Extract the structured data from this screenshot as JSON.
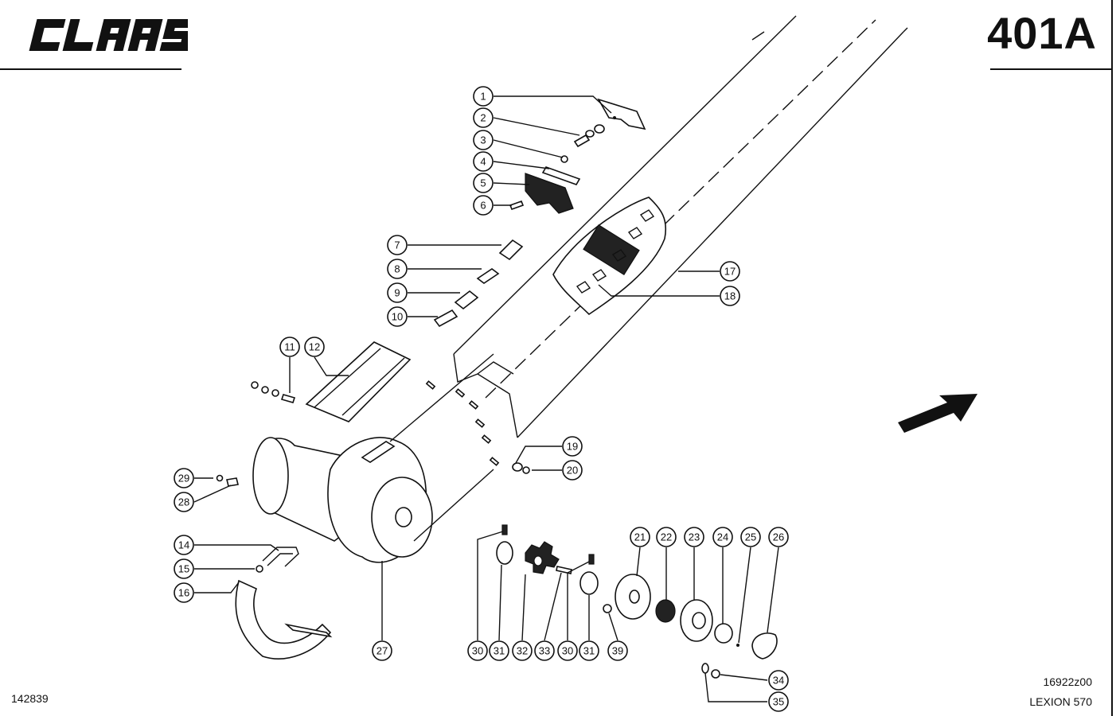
{
  "header": {
    "brand": "CLAAS",
    "page_code": "401A"
  },
  "footer": {
    "left_number": "142839",
    "drawing_number": "16922z00",
    "model": "LEXION 570"
  },
  "callouts": [
    {
      "id": "c1",
      "label": "1"
    },
    {
      "id": "c2",
      "label": "2"
    },
    {
      "id": "c3",
      "label": "3"
    },
    {
      "id": "c4",
      "label": "4"
    },
    {
      "id": "c5",
      "label": "5"
    },
    {
      "id": "c6",
      "label": "6"
    },
    {
      "id": "c7",
      "label": "7"
    },
    {
      "id": "c8",
      "label": "8"
    },
    {
      "id": "c9",
      "label": "9"
    },
    {
      "id": "c10",
      "label": "10"
    },
    {
      "id": "c11",
      "label": "11"
    },
    {
      "id": "c12",
      "label": "12"
    },
    {
      "id": "c14",
      "label": "14"
    },
    {
      "id": "c15",
      "label": "15"
    },
    {
      "id": "c16",
      "label": "16"
    },
    {
      "id": "c17",
      "label": "17"
    },
    {
      "id": "c18",
      "label": "18"
    },
    {
      "id": "c19",
      "label": "19"
    },
    {
      "id": "c20",
      "label": "20"
    },
    {
      "id": "c21",
      "label": "21"
    },
    {
      "id": "c22",
      "label": "22"
    },
    {
      "id": "c23",
      "label": "23"
    },
    {
      "id": "c24",
      "label": "24"
    },
    {
      "id": "c25",
      "label": "25"
    },
    {
      "id": "c26",
      "label": "26"
    },
    {
      "id": "c27",
      "label": "27"
    },
    {
      "id": "c28",
      "label": "28"
    },
    {
      "id": "c29",
      "label": "29"
    },
    {
      "id": "c30a",
      "label": "30"
    },
    {
      "id": "c31a",
      "label": "31"
    },
    {
      "id": "c32",
      "label": "32"
    },
    {
      "id": "c33",
      "label": "33"
    },
    {
      "id": "c30b",
      "label": "30"
    },
    {
      "id": "c31b",
      "label": "31"
    },
    {
      "id": "c39",
      "label": "39"
    },
    {
      "id": "c34",
      "label": "34"
    },
    {
      "id": "c35",
      "label": "35"
    }
  ]
}
